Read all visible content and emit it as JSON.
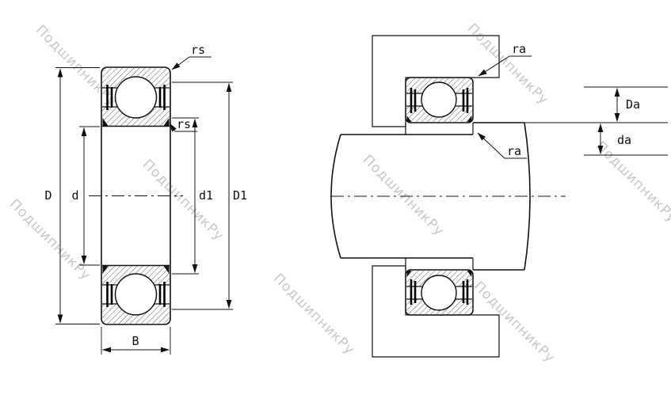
{
  "watermark": {
    "text": "ПодшипникРу"
  },
  "left_view": {
    "labels": {
      "rs_outer": "rs",
      "rs_inner": "rs",
      "outer_diameter": "D",
      "bore_diameter": "d",
      "inner_shoulder_diameter": "d1",
      "outer_shoulder_diameter": "D1",
      "width": "B"
    }
  },
  "right_view": {
    "labels": {
      "ra_outer": "ra",
      "ra_inner": "ra",
      "housing_abutment_diameter": "Da",
      "shaft_abutment_diameter": "da"
    }
  }
}
